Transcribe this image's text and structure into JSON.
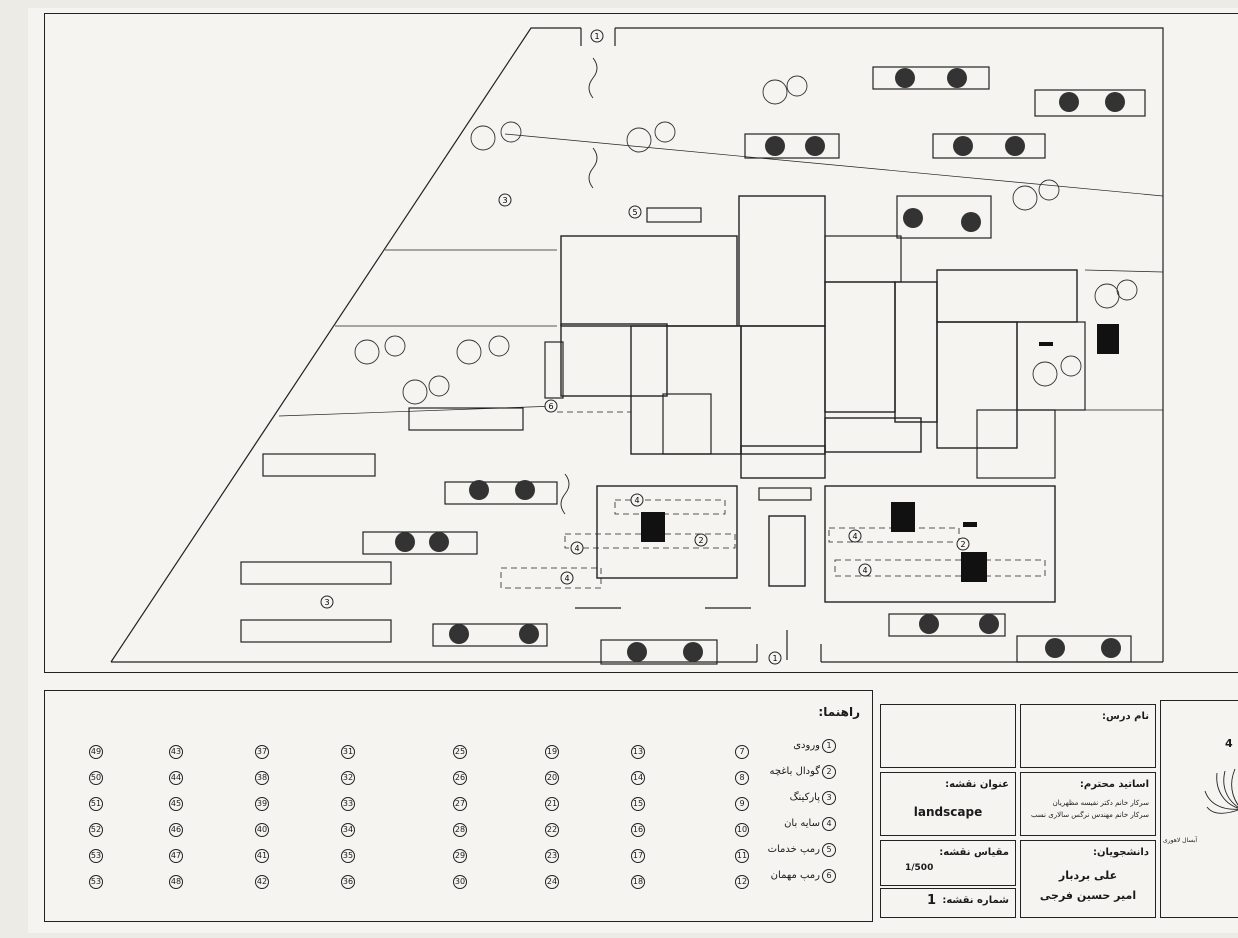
{
  "plan": {
    "markers": [
      {
        "n": "1"
      },
      {
        "n": "1"
      },
      {
        "n": "3"
      },
      {
        "n": "3"
      },
      {
        "n": "5"
      },
      {
        "n": "6"
      },
      {
        "n": "4"
      },
      {
        "n": "4"
      },
      {
        "n": "4"
      },
      {
        "n": "4"
      },
      {
        "n": "4"
      },
      {
        "n": "2"
      },
      {
        "n": "2"
      }
    ]
  },
  "legend": {
    "title": "راهنما:",
    "items": [
      {
        "num": "1",
        "label": "ورودی"
      },
      {
        "num": "2",
        "label": "گودال باغچه"
      },
      {
        "num": "3",
        "label": "پارکینگ"
      },
      {
        "num": "4",
        "label": "سایه بان"
      },
      {
        "num": "5",
        "label": "رمپ خدمات"
      },
      {
        "num": "6",
        "label": "رمپ مهمان"
      }
    ],
    "number_columns": [
      [
        "7",
        "8",
        "9",
        "10",
        "11",
        "12"
      ],
      [
        "13",
        "14",
        "15",
        "16",
        "17",
        "18"
      ],
      [
        "19",
        "20",
        "21",
        "22",
        "23",
        "24"
      ],
      [
        "25",
        "26",
        "27",
        "28",
        "29",
        "30"
      ],
      [
        "31",
        "32",
        "33",
        "34",
        "35",
        "36"
      ],
      [
        "37",
        "38",
        "39",
        "40",
        "41",
        "42"
      ],
      [
        "43",
        "44",
        "45",
        "46",
        "47",
        "48"
      ],
      [
        "49",
        "50",
        "51",
        "52",
        "53",
        "53"
      ]
    ]
  },
  "title_block": {
    "course_label": "نام درس:",
    "professors_label": "اساتید محترم:",
    "professor_1": "سرکار خانم دکتر نفیسه مظهریان",
    "professor_2": "سرکار خانم مهندس نرگس سالاری نسب",
    "students_label": "دانشجویان:",
    "student_1": "علی بردبار",
    "student_2": "امیر حسین فرجی",
    "map_title_label": "عنوان نقشه:",
    "map_title": "landscape",
    "scale_label": "مقیاس نقشه:",
    "scale": "1/500",
    "sheet_no_label": "شماره نقشه:",
    "sheet_no": "1",
    "logo_number": "4",
    "logo_caption": "آبسال لاهوری"
  }
}
